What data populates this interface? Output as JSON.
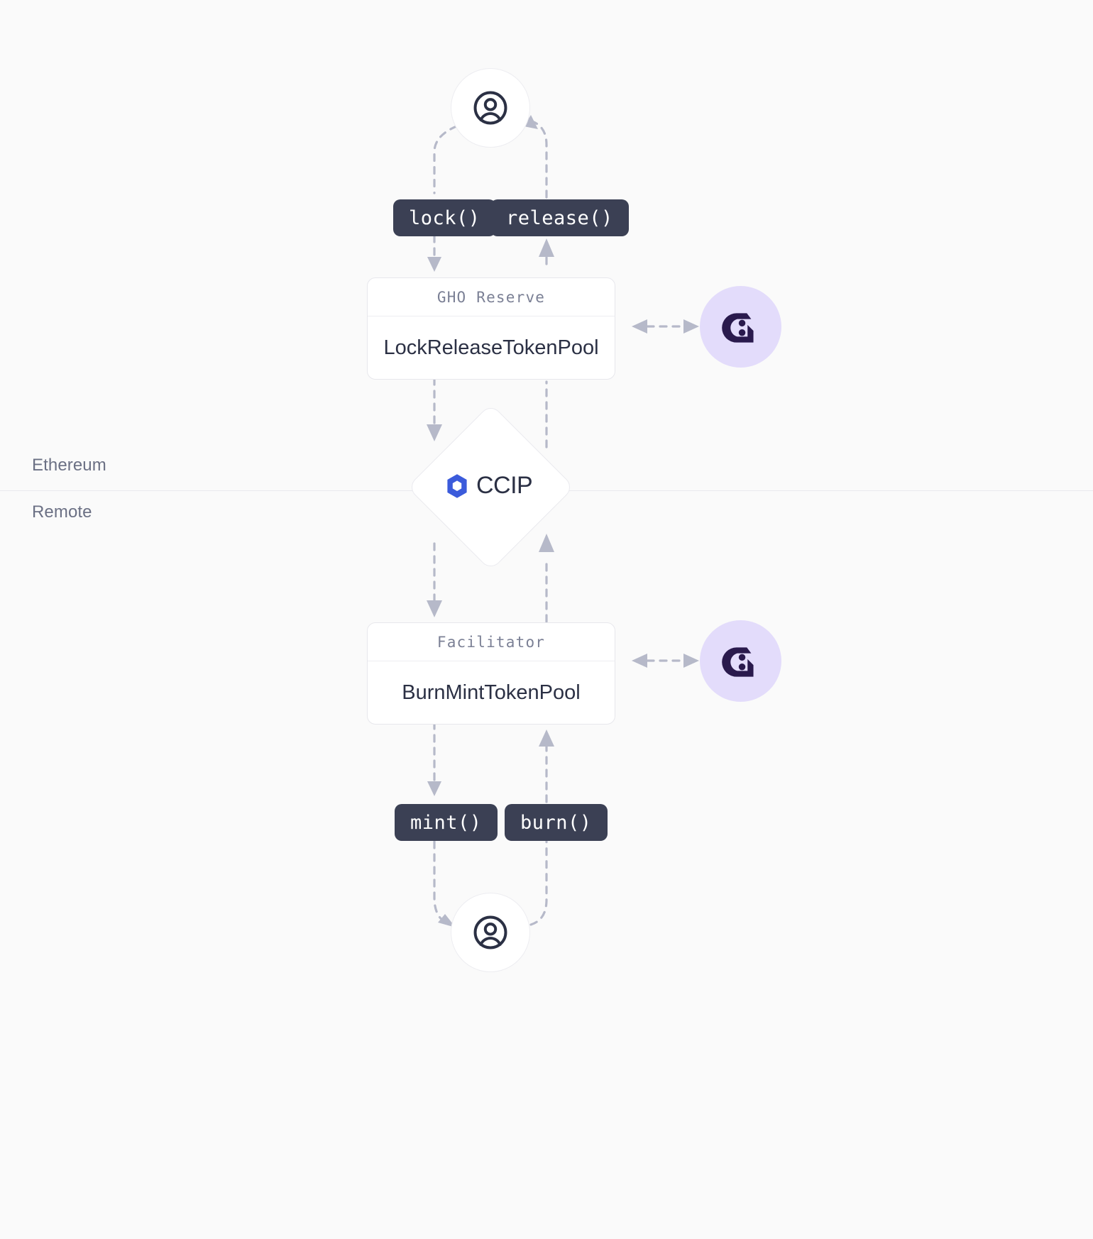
{
  "diagram": {
    "title": "GHO CCIP cross-chain token pool flow",
    "background": "#fafafa",
    "lanes": [
      {
        "id": "ethereum",
        "label": "Ethereum"
      },
      {
        "id": "remote",
        "label": "Remote"
      }
    ],
    "colors": {
      "pill_bg": "#3b4054",
      "pill_text": "#ffffff",
      "edge": "#b6b9c9",
      "card_border": "#e7e7ec",
      "card_header_text": "#7b8095",
      "card_body_text": "#2b3044",
      "lane_label": "#6b7084",
      "gho_badge_bg": "#e3dcfb",
      "gho_glyph": "#2a1a4d",
      "ccip_hex": "#3b5bdb",
      "ccip_text": "#2b3044",
      "avatar_icon": "#2b3044"
    },
    "nodes": [
      {
        "id": "user-top",
        "type": "actor",
        "icon": "user-avatar-icon",
        "lane": "ethereum"
      },
      {
        "id": "lock-pill",
        "type": "method",
        "label": "lock()",
        "lane": "ethereum"
      },
      {
        "id": "release-pill",
        "type": "method",
        "label": "release()",
        "lane": "ethereum"
      },
      {
        "id": "lock-release-pool",
        "type": "pool",
        "header": "GHO Reserve",
        "body": "LockReleaseTokenPool",
        "lane": "ethereum"
      },
      {
        "id": "gho-badge-top",
        "type": "token",
        "icon": "gho-logo-icon",
        "lane": "ethereum"
      },
      {
        "id": "ccip",
        "type": "bridge",
        "label": "CCIP",
        "icon": "chainlink-hexagon-icon"
      },
      {
        "id": "burn-mint-pool",
        "type": "pool",
        "header": "Facilitator",
        "body": "BurnMintTokenPool",
        "lane": "remote"
      },
      {
        "id": "gho-badge-bottom",
        "type": "token",
        "icon": "gho-logo-icon",
        "lane": "remote"
      },
      {
        "id": "mint-pill",
        "type": "method",
        "label": "mint()",
        "lane": "remote"
      },
      {
        "id": "burn-pill",
        "type": "method",
        "label": "burn()",
        "lane": "remote"
      },
      {
        "id": "user-bottom",
        "type": "actor",
        "icon": "user-avatar-icon",
        "lane": "remote"
      }
    ],
    "edges": [
      {
        "from": "user-top",
        "to": "lock-pill",
        "style": "dashed",
        "direction": "forward"
      },
      {
        "from": "lock-pill",
        "to": "lock-release-pool",
        "style": "dashed",
        "direction": "forward"
      },
      {
        "from": "lock-release-pool",
        "to": "ccip",
        "style": "dashed",
        "direction": "forward"
      },
      {
        "from": "ccip",
        "to": "burn-mint-pool",
        "style": "dashed",
        "direction": "forward"
      },
      {
        "from": "burn-mint-pool",
        "to": "mint-pill",
        "style": "dashed",
        "direction": "forward"
      },
      {
        "from": "mint-pill",
        "to": "user-bottom",
        "style": "dashed",
        "direction": "forward"
      },
      {
        "from": "user-bottom",
        "to": "burn-pill",
        "style": "dashed",
        "direction": "forward"
      },
      {
        "from": "burn-pill",
        "to": "burn-mint-pool",
        "style": "dashed",
        "direction": "forward"
      },
      {
        "from": "burn-mint-pool",
        "to": "ccip",
        "style": "dashed",
        "direction": "forward"
      },
      {
        "from": "ccip",
        "to": "lock-release-pool",
        "style": "dashed",
        "direction": "forward"
      },
      {
        "from": "lock-release-pool",
        "to": "release-pill",
        "style": "dashed",
        "direction": "forward"
      },
      {
        "from": "release-pill",
        "to": "user-top",
        "style": "dashed",
        "direction": "forward"
      },
      {
        "from": "lock-release-pool",
        "to": "gho-badge-top",
        "style": "dashed",
        "direction": "bidirectional"
      },
      {
        "from": "burn-mint-pool",
        "to": "gho-badge-bottom",
        "style": "dashed",
        "direction": "bidirectional"
      }
    ],
    "labels": {
      "lock": "lock()",
      "release": "release()",
      "mint": "mint()",
      "burn": "burn()",
      "gho_reserve_header": "GHO Reserve",
      "lock_release_pool": "LockReleaseTokenPool",
      "facilitator_header": "Facilitator",
      "burn_mint_pool": "BurnMintTokenPool",
      "ccip": "CCIP",
      "ethereum": "Ethereum",
      "remote": "Remote"
    }
  }
}
